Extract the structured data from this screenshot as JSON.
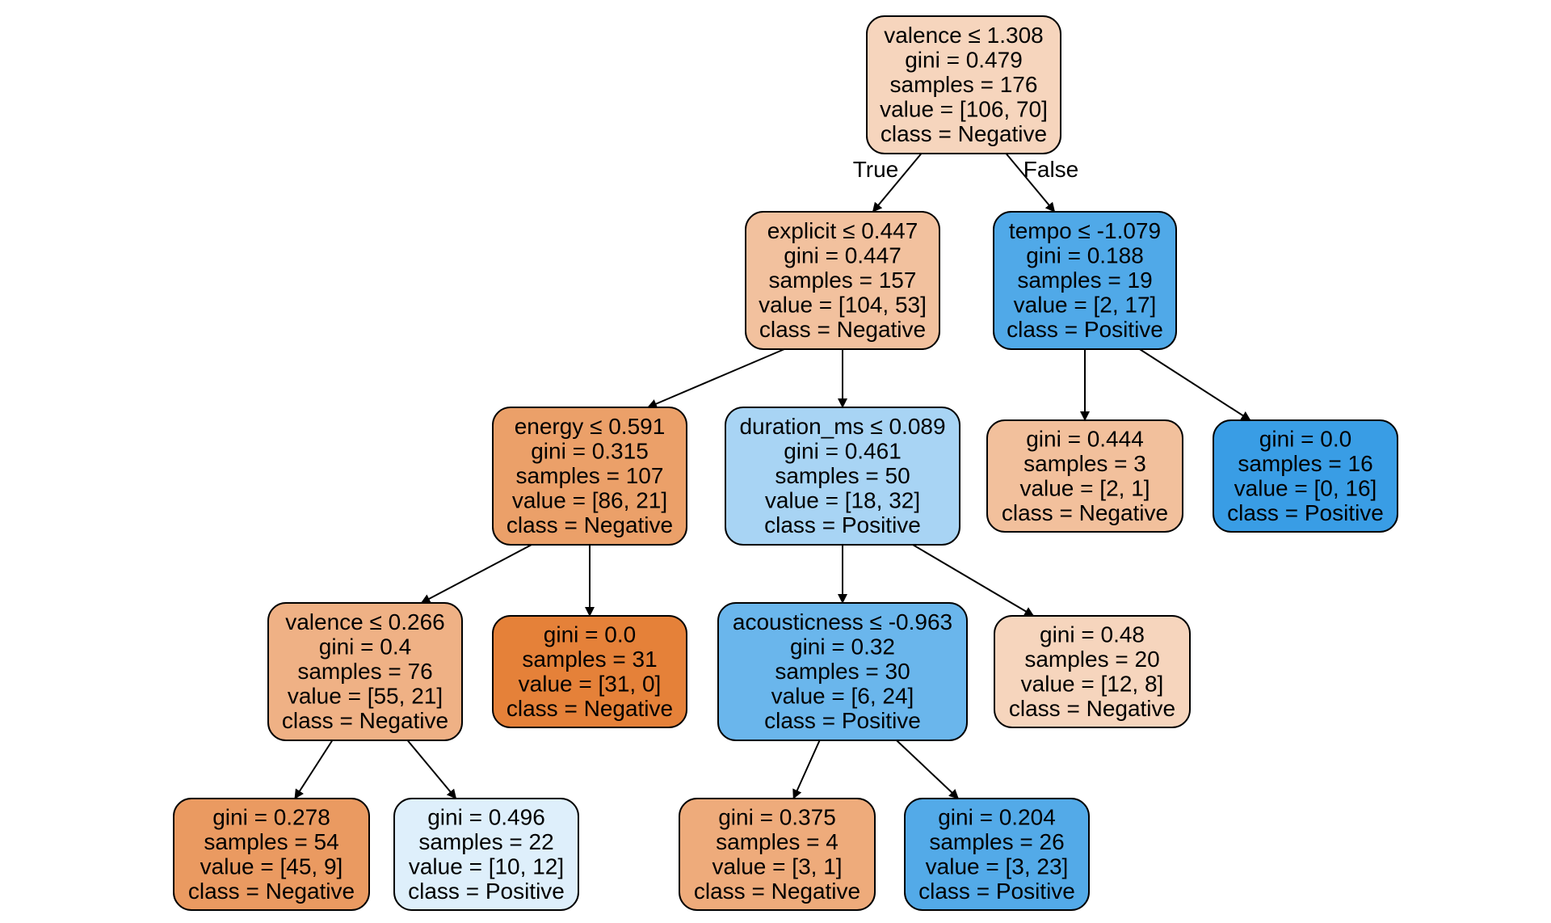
{
  "tree": {
    "nodes": [
      {
        "id": "n0",
        "lines": [
          "valence ≤ 1.308",
          "gini = 0.479",
          "samples = 176",
          "value = [106, 70]",
          "class = Negative"
        ],
        "fill": "#f6d5bd"
      },
      {
        "id": "n1",
        "lines": [
          "explicit ≤ 0.447",
          "gini = 0.447",
          "samples = 157",
          "value = [104, 53]",
          "class = Negative"
        ],
        "fill": "#f2c19e"
      },
      {
        "id": "n2",
        "lines": [
          "tempo ≤ -1.079",
          "gini = 0.188",
          "samples = 19",
          "value = [2, 17]",
          "class = Positive"
        ],
        "fill": "#50a9e8"
      },
      {
        "id": "n3",
        "lines": [
          "energy ≤ 0.591",
          "gini = 0.315",
          "samples = 107",
          "value = [86, 21]",
          "class = Negative"
        ],
        "fill": "#eba069"
      },
      {
        "id": "n4",
        "lines": [
          "duration_ms ≤ 0.089",
          "gini = 0.461",
          "samples = 50",
          "value = [18, 32]",
          "class = Positive"
        ],
        "fill": "#a8d4f4"
      },
      {
        "id": "n5",
        "lines": [
          "gini = 0.444",
          "samples = 3",
          "value = [2, 1]",
          "class = Negative"
        ],
        "fill": "#f2c09c"
      },
      {
        "id": "n6",
        "lines": [
          "gini = 0.0",
          "samples = 16",
          "value = [0, 16]",
          "class = Positive"
        ],
        "fill": "#399de5"
      },
      {
        "id": "n7",
        "lines": [
          "valence ≤ 0.266",
          "gini = 0.4",
          "samples = 76",
          "value = [55, 21]",
          "class = Negative"
        ],
        "fill": "#efb185"
      },
      {
        "id": "n8",
        "lines": [
          "gini = 0.0",
          "samples = 31",
          "value = [31, 0]",
          "class = Negative"
        ],
        "fill": "#e58139"
      },
      {
        "id": "n9",
        "lines": [
          "acousticness ≤ -0.963",
          "gini = 0.32",
          "samples = 30",
          "value = [6, 24]",
          "class = Positive"
        ],
        "fill": "#6ab6ec"
      },
      {
        "id": "n10",
        "lines": [
          "gini = 0.48",
          "samples = 20",
          "value = [12, 8]",
          "class = Negative"
        ],
        "fill": "#f6d5bd"
      },
      {
        "id": "n11",
        "lines": [
          "gini = 0.278",
          "samples = 54",
          "value = [45, 9]",
          "class = Negative"
        ],
        "fill": "#ea9a61"
      },
      {
        "id": "n12",
        "lines": [
          "gini = 0.496",
          "samples = 22",
          "value = [10, 12]",
          "class = Positive"
        ],
        "fill": "#deeffb"
      },
      {
        "id": "n13",
        "lines": [
          "gini = 0.375",
          "samples = 4",
          "value = [3, 1]",
          "class = Negative"
        ],
        "fill": "#eeab7b"
      },
      {
        "id": "n14",
        "lines": [
          "gini = 0.204",
          "samples = 26",
          "value = [3, 23]",
          "class = Positive"
        ],
        "fill": "#53aae8"
      }
    ],
    "edges": [
      {
        "from": "n0",
        "to": "n1",
        "label": "True"
      },
      {
        "from": "n0",
        "to": "n2",
        "label": "False"
      },
      {
        "from": "n1",
        "to": "n3",
        "label": ""
      },
      {
        "from": "n1",
        "to": "n4",
        "label": ""
      },
      {
        "from": "n2",
        "to": "n5",
        "label": ""
      },
      {
        "from": "n2",
        "to": "n6",
        "label": ""
      },
      {
        "from": "n3",
        "to": "n7",
        "label": ""
      },
      {
        "from": "n3",
        "to": "n8",
        "label": ""
      },
      {
        "from": "n4",
        "to": "n9",
        "label": ""
      },
      {
        "from": "n4",
        "to": "n10",
        "label": ""
      },
      {
        "from": "n7",
        "to": "n11",
        "label": ""
      },
      {
        "from": "n7",
        "to": "n12",
        "label": ""
      },
      {
        "from": "n9",
        "to": "n13",
        "label": ""
      },
      {
        "from": "n9",
        "to": "n14",
        "label": ""
      }
    ]
  }
}
